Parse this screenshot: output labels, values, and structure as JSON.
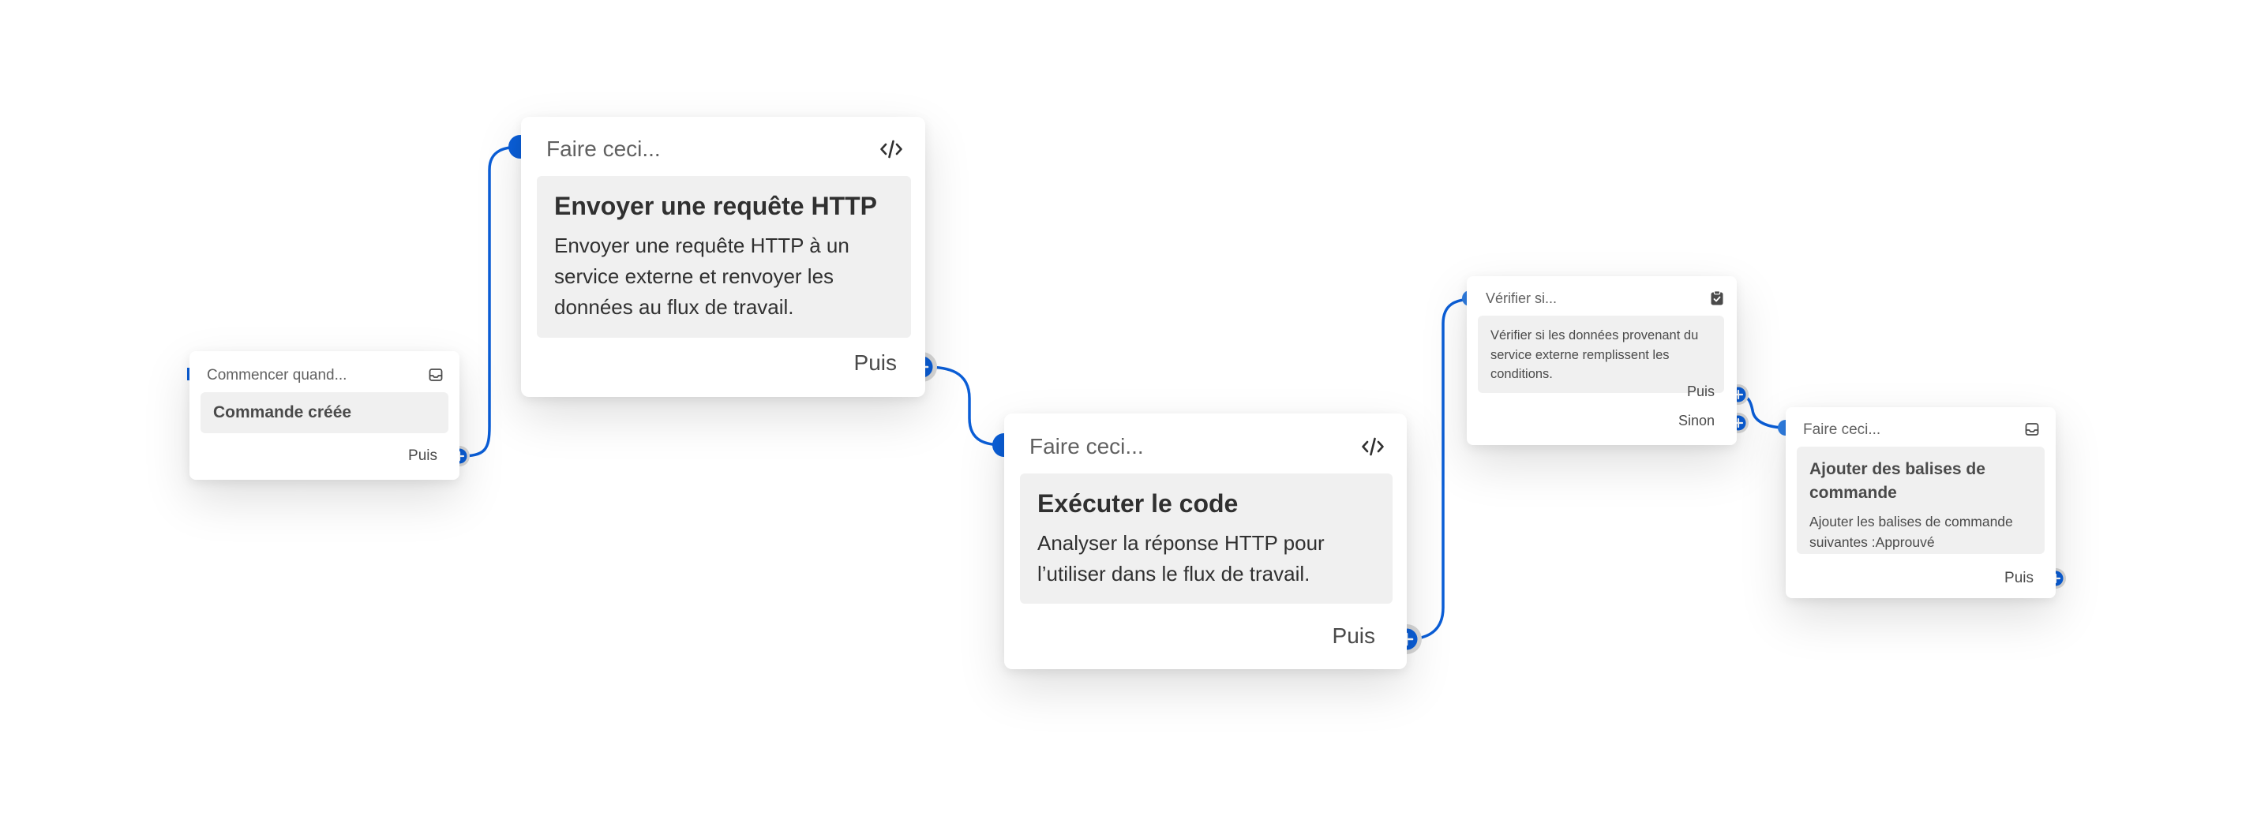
{
  "colors": {
    "accent": "#0b5ed7",
    "card_background": "#ffffff",
    "card_inner": "#f0f0f0",
    "text": "#303030",
    "muted_text": "#616161"
  },
  "workflow": {
    "trigger": {
      "label": "Commencer quand...",
      "icon": "inbox-icon",
      "title": "Commande créée",
      "next_label": "Puis"
    },
    "http_action": {
      "label": "Faire ceci...",
      "icon": "code-icon",
      "title": "Envoyer une requête HTTP",
      "description": "Envoyer une requête HTTP à un service externe et renvoyer les données au flux de travail.",
      "next_label": "Puis"
    },
    "code_action": {
      "label": "Faire ceci...",
      "icon": "code-icon",
      "title": "Exécuter le code",
      "description": "Analyser la réponse HTTP pour l’utiliser dans le flux de travail.",
      "next_label": "Puis"
    },
    "condition": {
      "label": "Vérifier si...",
      "icon": "clipboard-check-icon",
      "description": "Vérifier si les données provenant du service externe remplissent les conditions.",
      "then_label": "Puis",
      "else_label": "Sinon"
    },
    "tags_action": {
      "label": "Faire ceci...",
      "icon": "inbox-icon",
      "title": "Ajouter des balises de commande",
      "description": "Ajouter les balises de commande suivantes :Approuvé",
      "next_label": "Puis"
    }
  }
}
